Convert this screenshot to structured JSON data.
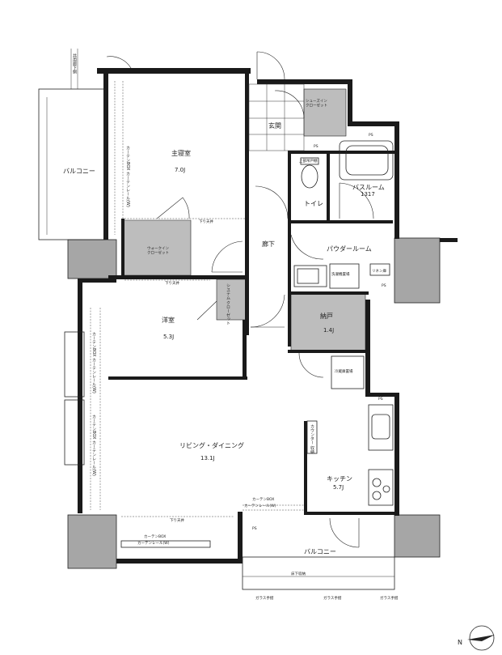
{
  "rooms": {
    "master_bedroom": {
      "name": "主寝室",
      "size": "7.0J"
    },
    "western_room": {
      "name": "洋室",
      "size": "5.3J"
    },
    "living_dining": {
      "name": "リビング・ダイニング",
      "size": "13.1J"
    },
    "kitchen": {
      "name": "キッチン",
      "size": "5.7J"
    },
    "storage": {
      "name": "納戸",
      "size": "1.4J"
    },
    "bathroom": {
      "name": "バスルーム",
      "size": "1317"
    },
    "powder_room": {
      "name": "パウダールーム"
    },
    "toilet": {
      "name": "トイレ"
    },
    "hallway": {
      "name": "廊下"
    },
    "entrance": {
      "name": "玄関"
    },
    "shoes_in_closet": {
      "name": "シューズイン\nクローゼット"
    },
    "walk_in_closet": {
      "name": "ウォークイン\nクローゼット"
    },
    "system_closet": {
      "name": "システム\nクローゼット"
    },
    "balcony_west": {
      "name": "バルコニー"
    },
    "balcony_south": {
      "name": "バルコニー"
    }
  },
  "labels": {
    "common_corridor": "共用廊下側",
    "ps": "PS",
    "curtain_box_rail": "カーテンBOX\nカーテンレール(W)",
    "curtain_box": "カーテンBOX",
    "curtain_rail": "カーテンレール(W)",
    "downlight": "下り天井",
    "glass_handrail": "ガラス手摺",
    "washer": "洗濯機置場",
    "linen": "リネン庫",
    "fridge": "冷蔵庫置場",
    "counter": "カウンター\n収納",
    "upper_cabinet": "上部吊戸棚",
    "floor_box": "床下収納",
    "compass": "N"
  },
  "colors": {
    "wall": "#1a1a1a",
    "shaded": "#bdbdbd",
    "pillar": "#a6a6a6",
    "background": "#ffffff"
  }
}
